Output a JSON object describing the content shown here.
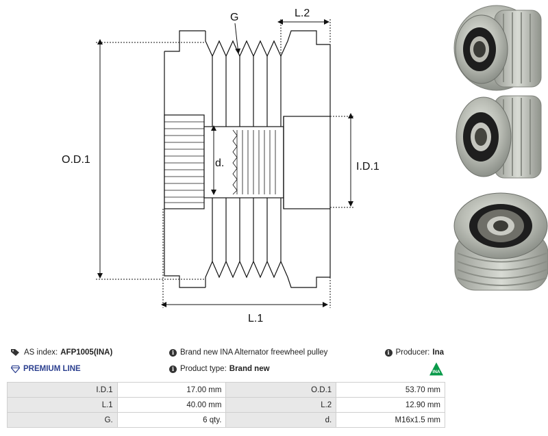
{
  "drawing": {
    "labels": {
      "g": "G",
      "l2": "L.2",
      "od1": "O.D.1",
      "d": "d.",
      "id1": "I.D.1",
      "l1": "L.1"
    }
  },
  "info": {
    "as_index_label": "AS index:",
    "as_index_value": "AFP1005(INA)",
    "description": "Brand new INA Alternator freewheel pulley",
    "producer_label": "Producer:",
    "producer_value": "Ina",
    "premium_line": "PREMIUM LINE",
    "product_type_label": "Product type:",
    "product_type_value": "Brand new",
    "brand_logo_text": "INA"
  },
  "specs": [
    {
      "label1": "I.D.1",
      "value1": "17.00 mm",
      "label2": "O.D.1",
      "value2": "53.70 mm"
    },
    {
      "label1": "L.1",
      "value1": "40.00 mm",
      "label2": "L.2",
      "value2": "12.90 mm"
    },
    {
      "label1": "G.",
      "value1": "6 qty.",
      "label2": "d.",
      "value2": "M16x1.5 mm"
    }
  ],
  "colors": {
    "premium": "#2b3f8f",
    "logo_green": "#0a9a4a"
  }
}
